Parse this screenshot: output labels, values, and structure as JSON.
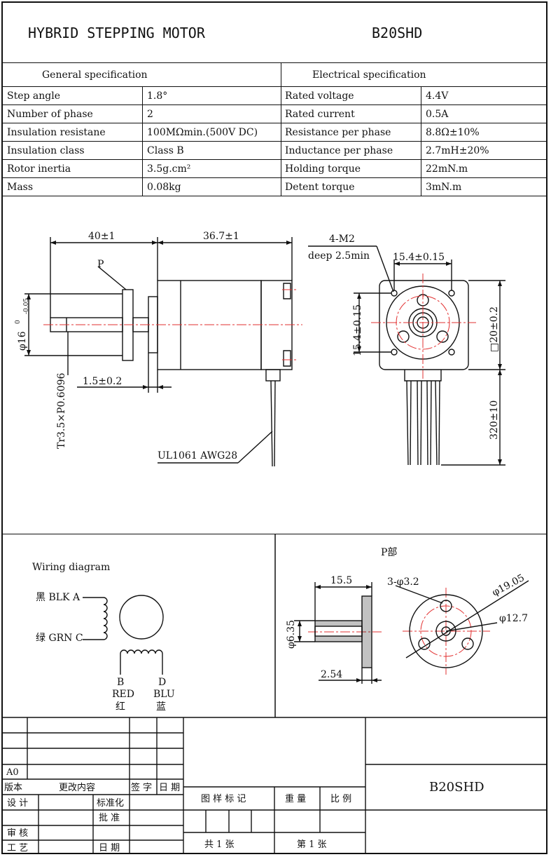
{
  "header": {
    "title": "HYBRID STEPPING MOTOR",
    "model": "B20SHD"
  },
  "general": {
    "heading": "General  specification",
    "rows": [
      {
        "label": "Step angle",
        "value": "1.8°"
      },
      {
        "label": "Number of phase",
        "value": "2"
      },
      {
        "label": "Insulation resistane",
        "value": "100MΩmin.(500V DC)"
      },
      {
        "label": "Insulation class",
        "value": "Class B"
      },
      {
        "label": "Rotor inertia",
        "value": "3.5g.cm²"
      },
      {
        "label": "Mass",
        "value": "0.08kg"
      }
    ]
  },
  "electrical": {
    "heading": "Electrical  specification",
    "rows": [
      {
        "label": "Rated voltage",
        "value": "4.4V"
      },
      {
        "label": "Rated current",
        "value": "0.5A"
      },
      {
        "label": "Resistance per phase",
        "value": "8.8Ω±10%"
      },
      {
        "label": "Inductance per phase",
        "value": "2.7mH±20%"
      },
      {
        "label": "Holding torque",
        "value": "22mN.m"
      },
      {
        "label": "Detent torque",
        "value": "3mN.m"
      }
    ]
  },
  "drawing": {
    "shaft_length": "40±1",
    "body_length": "36.7±1",
    "shaft_dia": "φ16",
    "shaft_tol_upper": "0",
    "shaft_tol_lower": "-0.05",
    "flange_thk": "1.5±0.2",
    "thread": "Tr3.5×P0.6096",
    "cable": "UL1061 AWG28",
    "p_marker": "P",
    "holes_label": "4-M2",
    "holes_depth": "deep 2.5min",
    "hole_pitch_h": "15.4±0.15",
    "hole_pitch_v": "15.4±0.15",
    "square": "□20±0.2",
    "lead_length": "320±10"
  },
  "wiring": {
    "title": "Wiring diagram",
    "a_label": "黑 BLK A",
    "c_label": "绿 GRN C",
    "b_letter": "B",
    "b_color": "RED",
    "b_cn": "红",
    "d_letter": "D",
    "d_color": "BLU",
    "d_cn": "蓝"
  },
  "detail_p": {
    "title": "P部",
    "dim_15_5": "15.5",
    "dim_6_35": "φ6.35",
    "dim_2_54": "2.54",
    "holes": "3-φ3.2",
    "dia_outer": "φ19.05",
    "dia_pitch": "φ12.7"
  },
  "title_block": {
    "a0": "A0",
    "version": "版本",
    "change": "更改内容",
    "sign": "签 字",
    "date": "日 期",
    "design": "设 计",
    "standard": "标准化",
    "approve": "批 准",
    "review": "审 核",
    "process": "工 艺",
    "date2": "日 期",
    "mark": "图 样 标 记",
    "weight": "重 量",
    "ratio": "比 例",
    "total": "共  1  张",
    "sheet": "第  1  张",
    "drawing_no": "B20SHD"
  },
  "colors": {
    "line": "#111111",
    "center": "#e23030"
  }
}
